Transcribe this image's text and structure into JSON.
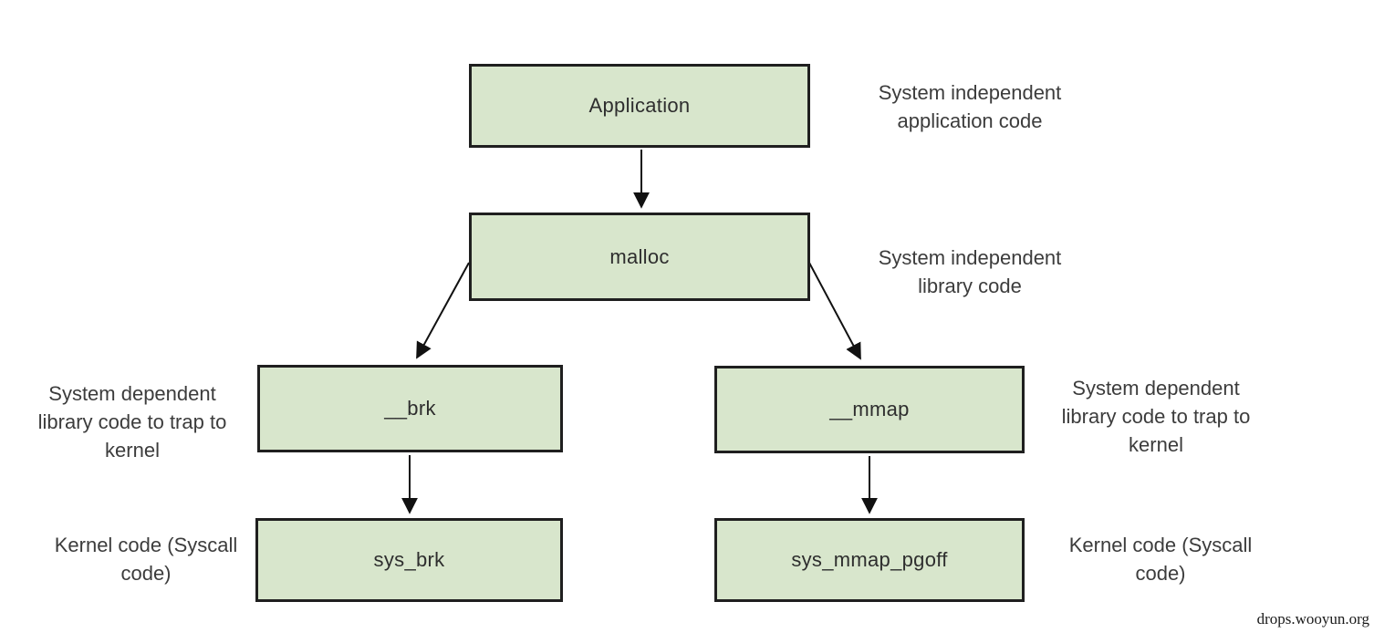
{
  "diagram": {
    "nodes": [
      {
        "id": "application",
        "label": "Application"
      },
      {
        "id": "malloc",
        "label": "malloc"
      },
      {
        "id": "brk",
        "label": "__brk"
      },
      {
        "id": "mmap",
        "label": "__mmap"
      },
      {
        "id": "sys_brk",
        "label": "sys_brk"
      },
      {
        "id": "sys_mmap_pgoff",
        "label": "sys_mmap_pgoff"
      }
    ],
    "edges": [
      {
        "from": "Application",
        "to": "malloc"
      },
      {
        "from": "malloc",
        "to": "__brk"
      },
      {
        "from": "malloc",
        "to": "__mmap"
      },
      {
        "from": "__brk",
        "to": "sys_brk"
      },
      {
        "from": "__mmap",
        "to": "sys_mmap_pgoff"
      }
    ],
    "annotations": {
      "application": "System independent\napplication code",
      "malloc": "System independent\nlibrary code",
      "brk": "System dependent\nlibrary code to trap to\nkernel",
      "mmap": "System dependent\nlibrary code to trap to\nkernel",
      "sys_brk": "Kernel code (Syscall\ncode)",
      "sys_mmap_pgoff": "Kernel code (Syscall\ncode)"
    },
    "footer": {
      "watermark": "drops.wooyun.org"
    },
    "colors": {
      "background": "#ffffff",
      "box_fill": "#d8e6cc",
      "box_border": "#1f1f1f",
      "box_text": "#2e2e2e",
      "annotation_text": "#3c3c3c",
      "arrow": "#111111"
    }
  }
}
